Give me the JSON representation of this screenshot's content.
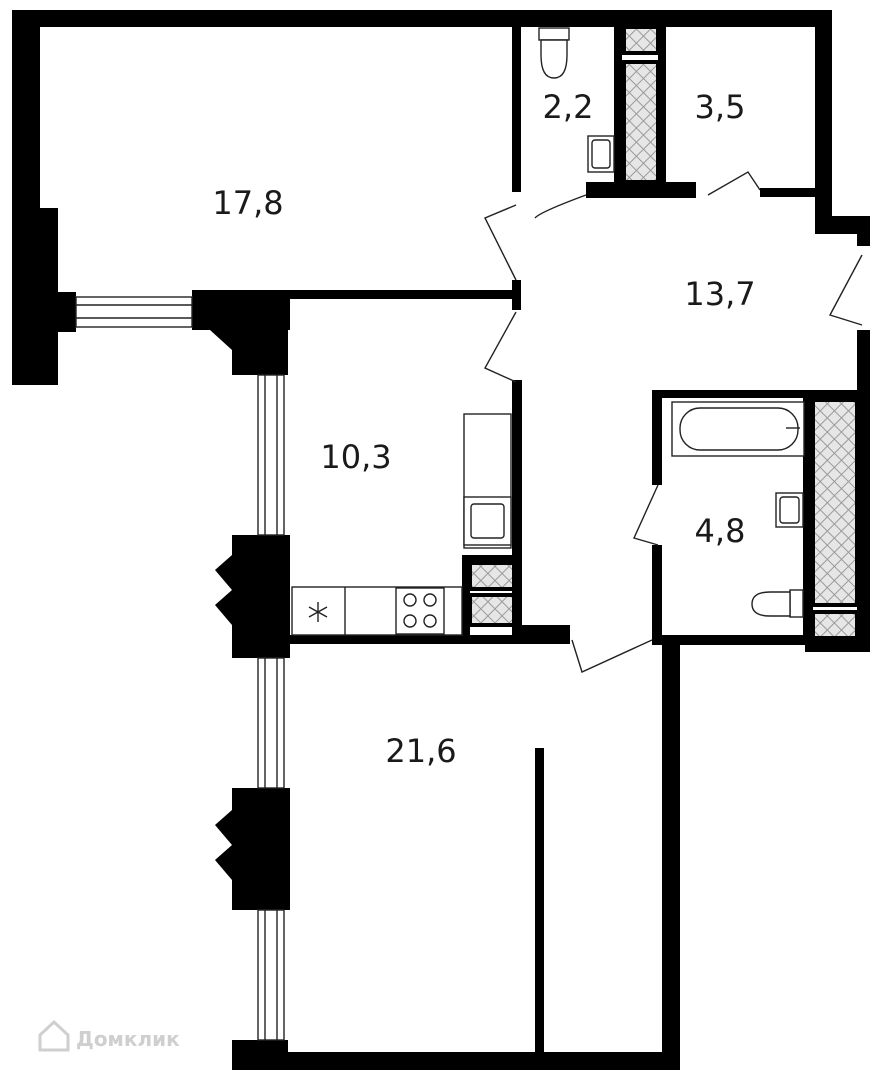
{
  "rooms": [
    {
      "id": "living-room-top",
      "area": "17,8"
    },
    {
      "id": "toilet",
      "area": "2,2"
    },
    {
      "id": "storage",
      "area": "3,5"
    },
    {
      "id": "hallway",
      "area": "13,7"
    },
    {
      "id": "kitchen",
      "area": "10,3"
    },
    {
      "id": "bathroom",
      "area": "4,8"
    },
    {
      "id": "living-room-bottom",
      "area": "21,6"
    }
  ],
  "watermark": {
    "text": "Домклик"
  },
  "colors": {
    "wall": "#000000",
    "fixture_stroke": "#222222",
    "watermark": "#cfcfcf",
    "hatch": "#bdbdbd"
  },
  "icons": [
    "fridge-snowflake-icon",
    "house-logo-icon",
    "toilet-icon",
    "bathtub-icon",
    "sink-icon",
    "stove-icon"
  ]
}
